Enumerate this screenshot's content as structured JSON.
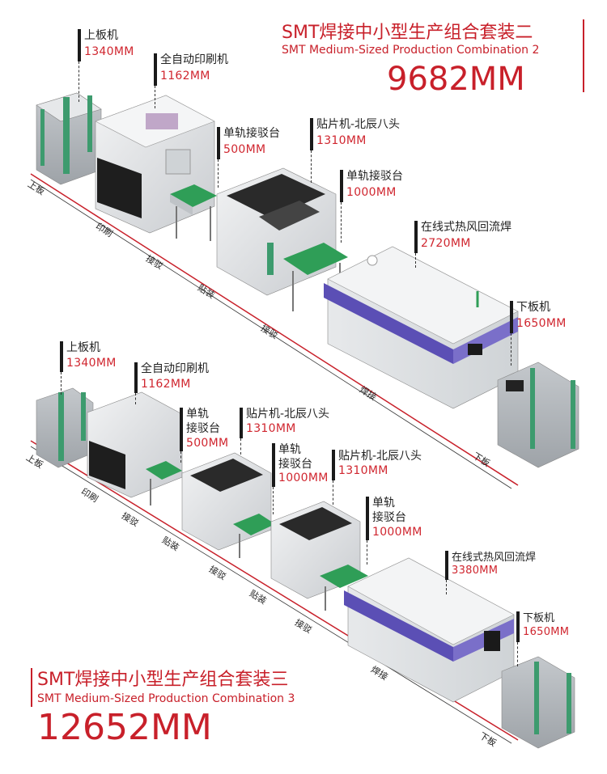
{
  "combo2": {
    "title_cn": "SMT焊接中小型生产组合套装二",
    "title_en": "SMT Medium-Sized Production Combination 2",
    "total_length": "9682MM",
    "machines": [
      {
        "name": "上板机",
        "length": "1340MM"
      },
      {
        "name": "全自动印刷机",
        "length": "1162MM"
      },
      {
        "name": "单轨接驳台",
        "length": "500MM"
      },
      {
        "name": "贴片机-北辰八头",
        "length": "1310MM"
      },
      {
        "name": "单轨接驳台",
        "length": "1000MM"
      },
      {
        "name": "在线式热风回流焊",
        "length": "2720MM"
      },
      {
        "name": "下板机",
        "length": "1650MM"
      }
    ],
    "stages": [
      "上板",
      "印刷",
      "接驳",
      "贴装",
      "接驳",
      "焊接",
      "下板"
    ]
  },
  "combo3": {
    "title_cn": "SMT焊接中小型生产组合套装三",
    "title_en": "SMT Medium-Sized Production Combination 3",
    "total_length": "12652MM",
    "machines": [
      {
        "name": "上板机",
        "length": "1340MM"
      },
      {
        "name": "全自动印刷机",
        "length": "1162MM"
      },
      {
        "name_line1": "单轨",
        "name_line2": "接驳台",
        "length": "500MM"
      },
      {
        "name": "贴片机-北辰八头",
        "length": "1310MM"
      },
      {
        "name_line1": "单轨",
        "name_line2": "接驳台",
        "length": "1000MM"
      },
      {
        "name": "贴片机-北辰八头",
        "length": "1310MM"
      },
      {
        "name_line1": "单轨",
        "name_line2": "接驳台",
        "length": "1000MM"
      },
      {
        "name": "在线式热风回流焊",
        "length": "3380MM"
      },
      {
        "name": "下板机",
        "length": "1650MM"
      }
    ],
    "stages": [
      "上板",
      "印刷",
      "接驳",
      "贴装",
      "接驳",
      "贴装",
      "接驳",
      "焊接",
      "下板"
    ]
  },
  "colors": {
    "accent": "#c8202a",
    "conveyor_green": "#2f9e57",
    "oven_purple": "#5b4fb5",
    "machine_gray": "#d7dadd",
    "line_red": "#c8202a"
  }
}
